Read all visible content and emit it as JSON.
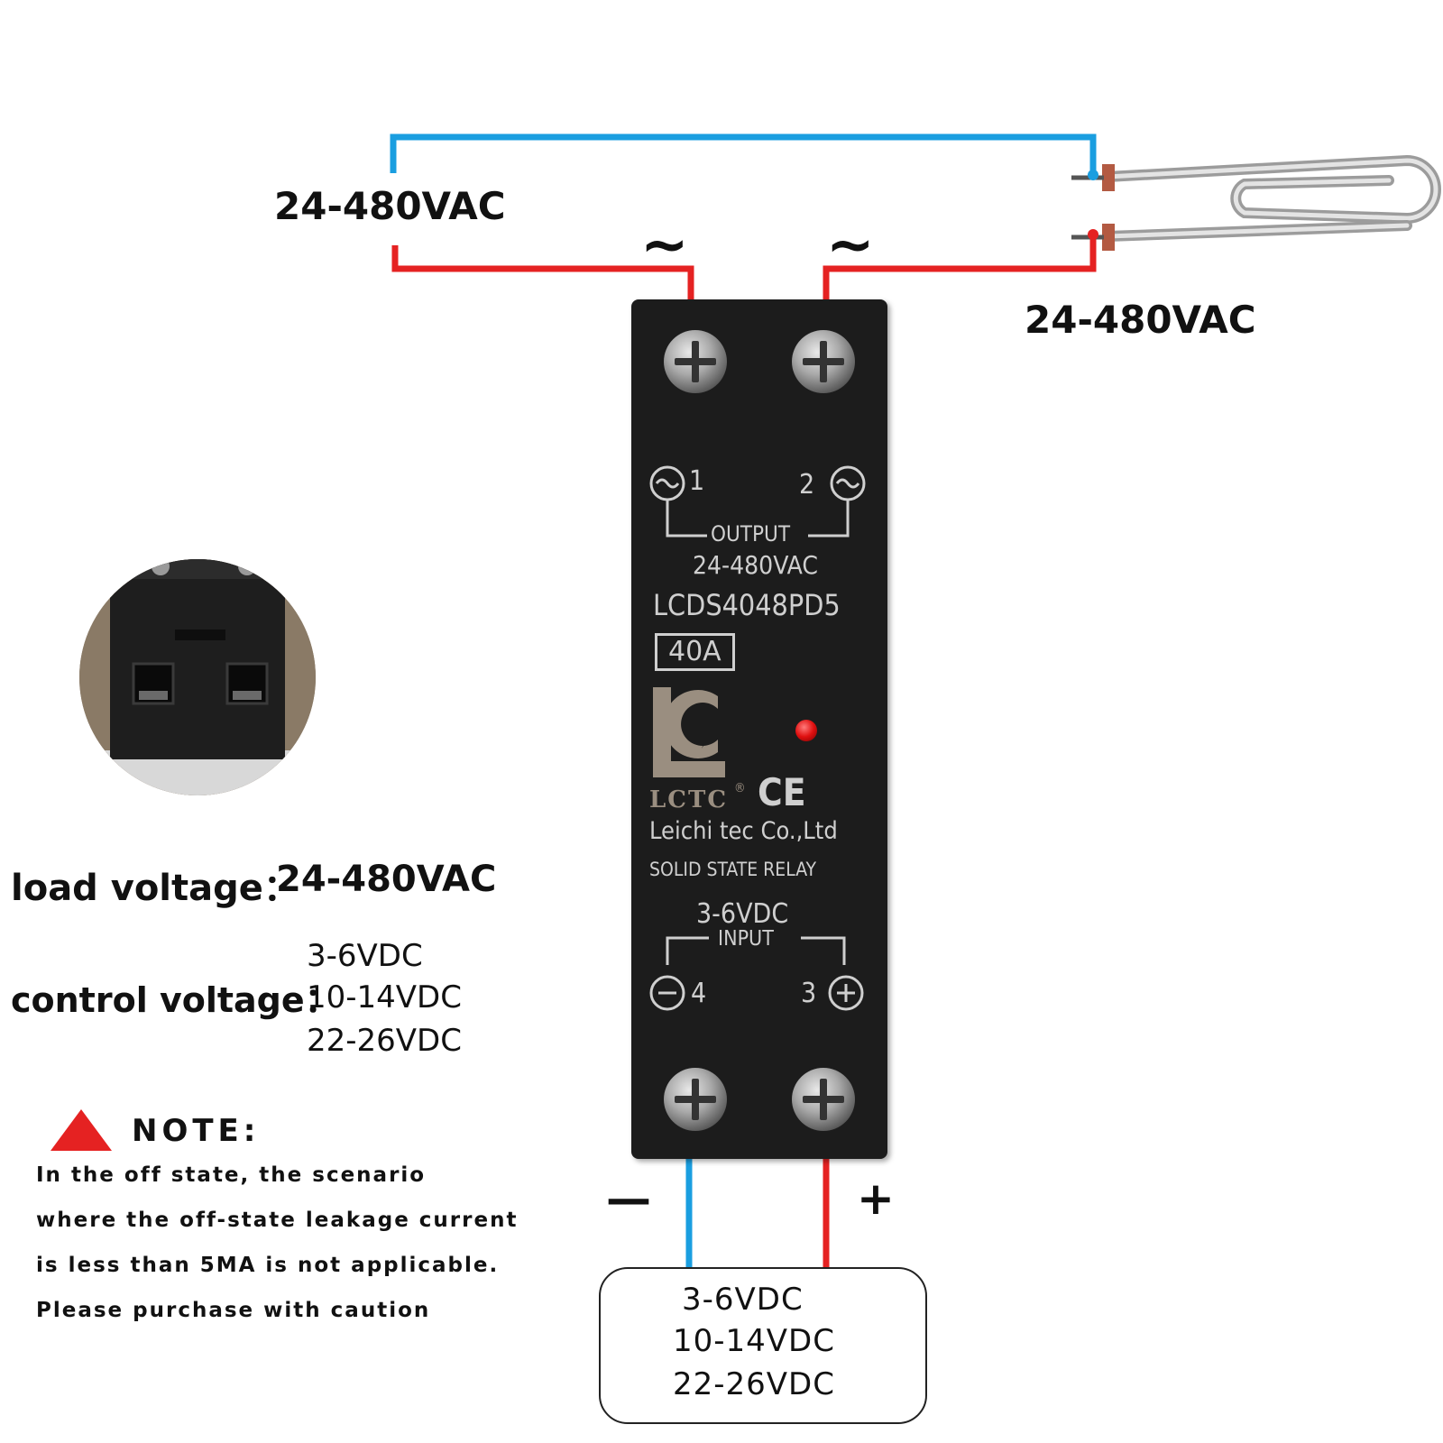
{
  "wiring": {
    "load_label_top": "24-480VAC",
    "load_label_right": "24-480VAC",
    "tilde_left": "~",
    "tilde_right": "~",
    "minus_sign": "—",
    "plus_sign": "+",
    "colors": {
      "blue_wire": "#1a9ee0",
      "red_wire": "#e52222"
    }
  },
  "relay": {
    "terminal_1": "1",
    "terminal_2": "2",
    "output_label": "OUTPUT",
    "output_voltage": "24-480VAC",
    "model": "LCDS4048PD5",
    "current_rating": "40A",
    "brand": "LCTC",
    "registered_mark": "®",
    "ce_mark": "CE",
    "company": "Leichi tec Co.,Ltd",
    "product_type": "SOLID STATE RELAY",
    "input_voltage": "3-6VDC",
    "input_label": "INPUT",
    "terminal_4": "4",
    "terminal_3": "3"
  },
  "specs": {
    "load_voltage_label": "load voltage：",
    "load_voltage_value": "24-480VAC",
    "control_voltage_label": "control voltage：",
    "control_voltage_values": [
      "3-6VDC",
      "10-14VDC",
      "22-26VDC"
    ]
  },
  "note": {
    "title": "NOTE:",
    "lines": [
      "In the off state, the scenario",
      "where the off-state leakage current",
      "is less than 5MA is not applicable.",
      "Please purchase with caution"
    ]
  },
  "control_source": {
    "values": [
      "3-6VDC",
      "10-14VDC",
      "22-26VDC"
    ]
  }
}
